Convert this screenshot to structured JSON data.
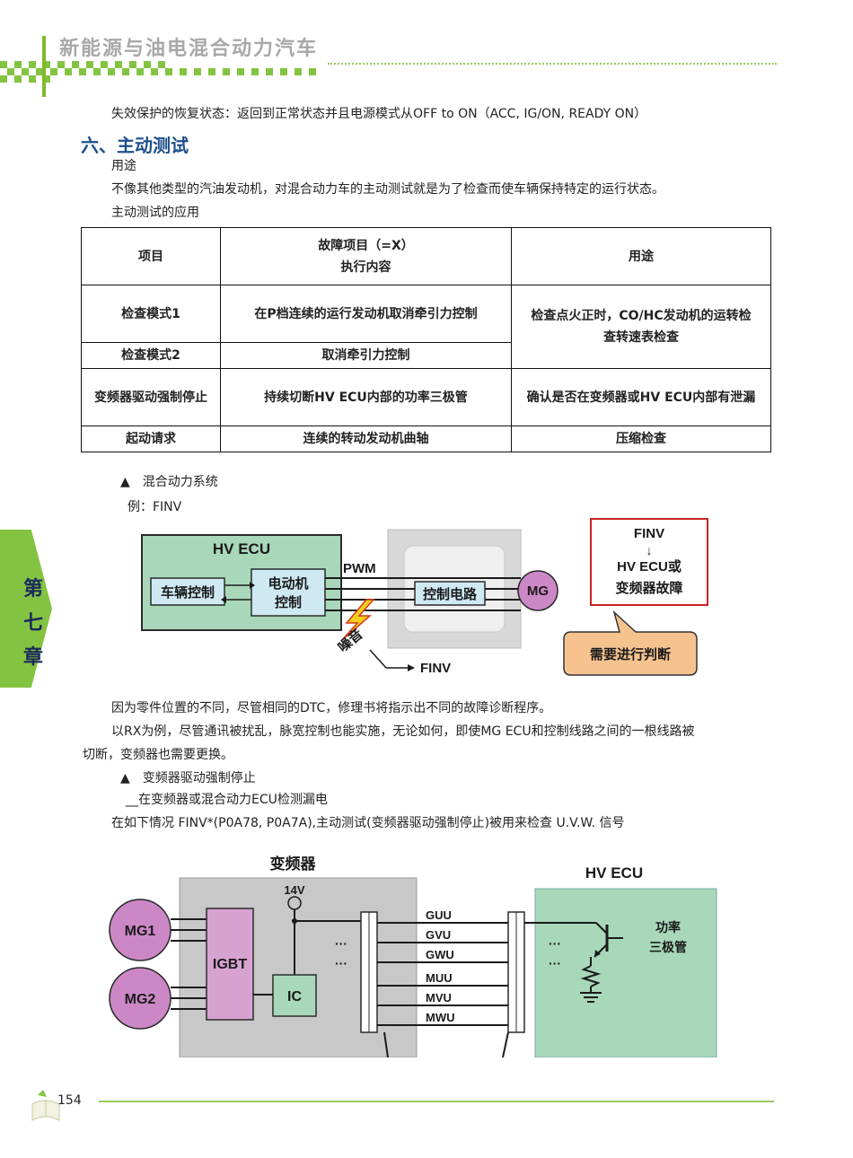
{
  "header": {
    "title": "新能源与油电混合动力汽车"
  },
  "intro": {
    "recovery": "失效保护的恢复状态：返回到正常状态并且电源模式从OFF to ON（ACC, IG/ON, READY ON）"
  },
  "section": {
    "title": "六、主动测试",
    "purpose_label": "用途",
    "purpose_text": "不像其他类型的汽油发动机，对混合动力车的主动测试就是为了检查而使车辆保持特定的运行状态。",
    "application_label": "主动测试的应用"
  },
  "table": {
    "headers": {
      "item": "项目",
      "fault_line1": "故障项目（=X）",
      "fault_line2": "执行内容",
      "use": "用途"
    },
    "rows": [
      {
        "item": "检查模式1",
        "content": "在P档连续的运行发动机取消牵引力控制",
        "use_line1": "检查点火正时，CO/HC发动机的运转检",
        "use_line2": "查转速表检查"
      },
      {
        "item": "检查模式2",
        "content": "取消牵引力控制"
      },
      {
        "item": "变频器驱动强制停止",
        "content": "持续切断HV ECU内部的功率三极管",
        "use": "确认是否在变频器或HV ECU内部有泄漏"
      },
      {
        "item": "起动请求",
        "content": "连续的转动发动机曲轴",
        "use": "压缩检查"
      }
    ]
  },
  "hybrid": {
    "caption": "▲　混合动力系统",
    "example": "例：FINV"
  },
  "diagram1": {
    "hv_ecu": "HV ECU",
    "vehicle_control": "车辆控制",
    "motor_control_1": "电动机",
    "motor_control_2": "控制",
    "pwm": "PWM",
    "control_circuit": "控制电路",
    "mg": "MG",
    "noise": "噪音",
    "finv": "FINV",
    "callout_line1": "FINV",
    "callout_arrow": "↓",
    "callout_line2": "HV ECU或",
    "callout_line3": "变频器故障",
    "judge": "需要进行判断"
  },
  "body": {
    "p1": "因为零件位置的不同，尽管相同的DTC，修理书将指示出不同的故障诊断程序。",
    "p2a": "以RX为例，尽管通讯被扰乱，脉宽控制也能实施，无论如何，即使MG ECU和控制线路之间的一根线路被",
    "p2b": "切断，变频器也需要更换。",
    "caption2": "▲　变频器驱动强制停止",
    "leak": "__在变频器或混合动力ECU检测漏电",
    "signal": "在如下情况 FINV*(P0A78, P0A7A),主动测试(变频器驱动强制停止)被用来检查 U.V.W. 信号"
  },
  "diagram2": {
    "inverter": "变频器",
    "hv_ecu": "HV ECU",
    "v14": "14V",
    "mg1": "MG1",
    "mg2": "MG2",
    "igbt": "IGBT",
    "ic": "IC",
    "dots": "···",
    "signals": [
      "GUU",
      "GVU",
      "GWU",
      "MUU",
      "MVU",
      "MWU"
    ],
    "power1": "功率",
    "power2": "三极管"
  },
  "chapter": {
    "c1": "第",
    "c2": "七",
    "c3": "章"
  },
  "footer": {
    "page": "154"
  }
}
